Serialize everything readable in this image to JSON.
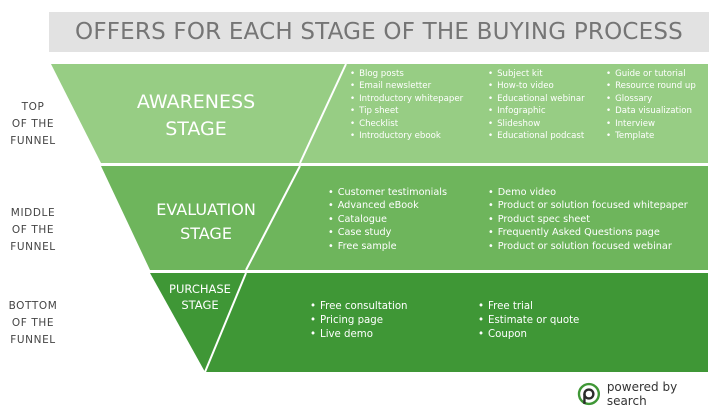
{
  "title": "OFFERS FOR EACH STAGE OF THE BUYING PROCESS",
  "side_labels": {
    "top": [
      "TOP",
      "OF THE",
      "FUNNEL"
    ],
    "middle": [
      "MIDDLE",
      "OF THE",
      "FUNNEL"
    ],
    "bottom": [
      "BOTTOM",
      "OF THE",
      "FUNNEL"
    ]
  },
  "colors": {
    "awareness": "#97cd84",
    "evaluation": "#6eb55c",
    "purchase": "#3f9736",
    "title_bg": "#e2e2e2",
    "title_text": "#757575"
  },
  "stages": {
    "awareness": {
      "name": [
        "AWARENESS",
        "STAGE"
      ],
      "columns": [
        [
          "Blog posts",
          "Email newsletter",
          "Introductory whitepaper",
          "Tip sheet",
          "Checklist",
          "Introductory ebook"
        ],
        [
          "Subject kit",
          "How-to video",
          "Educational webinar",
          "Infographic",
          "Slideshow",
          "Educational podcast"
        ],
        [
          "Guide or tutorial",
          "Resource round up",
          "Glossary",
          "Data visualization",
          "Interview",
          "Template"
        ]
      ]
    },
    "evaluation": {
      "name": [
        "EVALUATION",
        "STAGE"
      ],
      "columns": [
        [
          "Customer testimonials",
          "Advanced eBook",
          "Catalogue",
          "Case study",
          "Free sample"
        ],
        [
          "Demo video",
          "Product or solution focused whitepaper",
          "Product spec sheet",
          "Frequently Asked Questions page",
          "Product or solution focused webinar"
        ]
      ]
    },
    "purchase": {
      "name": [
        "PURCHASE",
        "STAGE"
      ],
      "columns": [
        [
          "Free consultation",
          "Pricing page",
          "Live demo"
        ],
        [
          "Free trial",
          "Estimate or quote",
          "Coupon"
        ]
      ]
    }
  },
  "brand": {
    "text": "powered by search",
    "icon": "powered-by-search-logo-icon"
  }
}
